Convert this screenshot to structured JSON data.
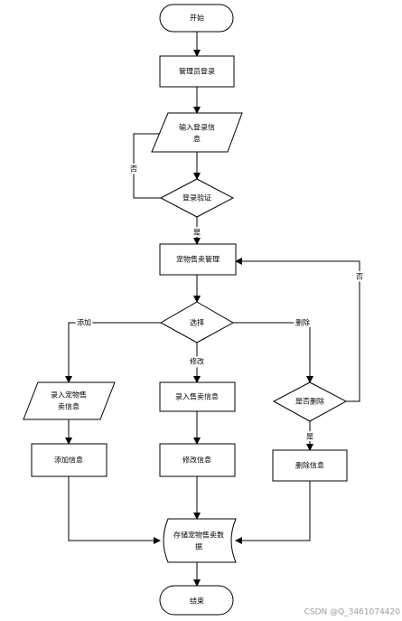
{
  "nodes": {
    "start": "开始",
    "admin_login": "管理员登录",
    "input_login_line1": "输入登录信",
    "input_login_line2": "息",
    "login_verify": "登录验证",
    "pet_sale_mgmt": "宠物售卖管理",
    "select": "选择",
    "input_pet_line1": "录入宠物售",
    "input_pet_line2": "卖信息",
    "input_sale_info": "录入售卖信息",
    "confirm_delete": "是否删除",
    "add_info": "添加信息",
    "modify_info": "修改信息",
    "delete_info": "删除信息",
    "store_line1": "存储宠物售卖数",
    "store_line2": "据",
    "end": "结束"
  },
  "edge_labels": {
    "verify_no": "否",
    "verify_yes": "是",
    "add": "添加",
    "modify": "修改",
    "delete": "删除",
    "delete_yes": "是",
    "delete_no": "否"
  },
  "watermark": "CSDN @Q_3461074420"
}
